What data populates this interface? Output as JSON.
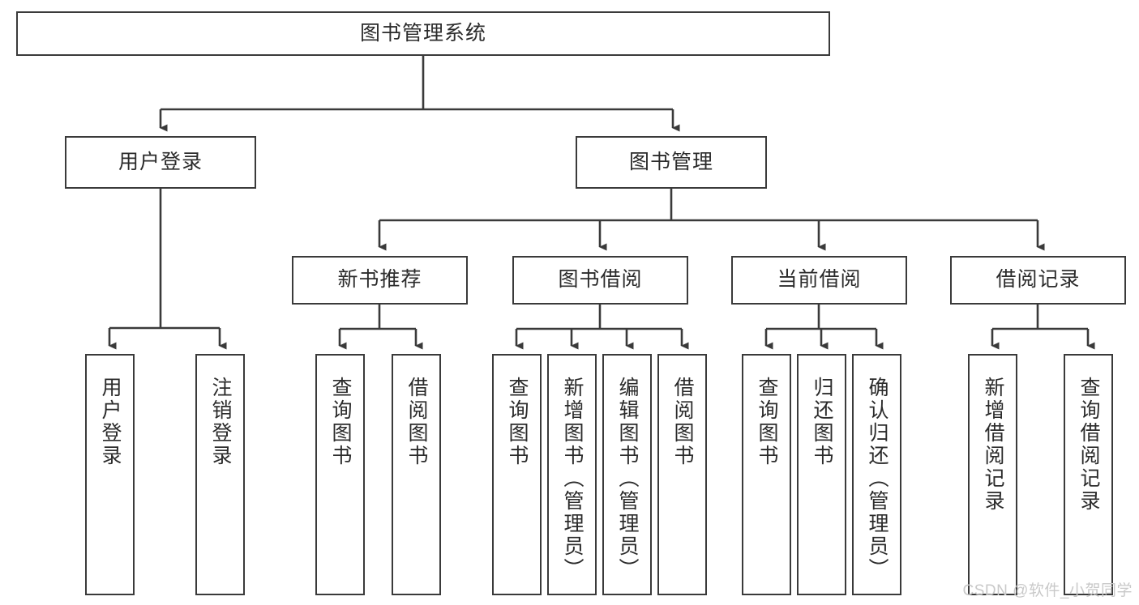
{
  "diagram": {
    "type": "tree",
    "title": "图书管理系统",
    "orientation": "top-down",
    "colors": {
      "box_border": "#3a3a3a",
      "box_fill": "#ffffff",
      "connector": "#3a3a3a",
      "text": "#2b2b2b",
      "watermark": "#c9c9c9"
    },
    "root": {
      "id": "root",
      "label": "图书管理系统"
    },
    "level2": [
      {
        "id": "user-login",
        "label": "用户登录"
      },
      {
        "id": "book-manage",
        "label": "图书管理"
      }
    ],
    "level3": [
      {
        "id": "new-book-recommend",
        "label": "新书推荐",
        "parent": "book-manage"
      },
      {
        "id": "book-borrow",
        "label": "图书借阅",
        "parent": "book-manage"
      },
      {
        "id": "current-borrow",
        "label": "当前借阅",
        "parent": "book-manage"
      },
      {
        "id": "borrow-record",
        "label": "借阅记录",
        "parent": "book-manage"
      }
    ],
    "leaves": {
      "user_login": [
        {
          "id": "leaf-user-login",
          "label": "用户登录"
        },
        {
          "id": "leaf-logout-login",
          "label": "注销登录"
        }
      ],
      "new_book_recommend": [
        {
          "id": "leaf-query-book-1",
          "label": "查询图书"
        },
        {
          "id": "leaf-borrow-book-1",
          "label": "借阅图书"
        }
      ],
      "book_borrow": [
        {
          "id": "leaf-query-book-2",
          "label": "查询图书"
        },
        {
          "id": "leaf-add-book",
          "label": "新增图书（管理员）"
        },
        {
          "id": "leaf-edit-book",
          "label": "编辑图书（管理员）"
        },
        {
          "id": "leaf-borrow-book-2",
          "label": "借阅图书"
        }
      ],
      "current_borrow": [
        {
          "id": "leaf-query-book-3",
          "label": "查询图书"
        },
        {
          "id": "leaf-return-book",
          "label": "归还图书"
        },
        {
          "id": "leaf-confirm-return",
          "label": "确认归还（管理员）"
        }
      ],
      "borrow_record": [
        {
          "id": "leaf-add-record",
          "label": "新增借阅记录"
        },
        {
          "id": "leaf-query-record",
          "label": "查询借阅记录"
        }
      ]
    }
  },
  "watermark": {
    "text": "CSDN @软件_小贺同学"
  }
}
